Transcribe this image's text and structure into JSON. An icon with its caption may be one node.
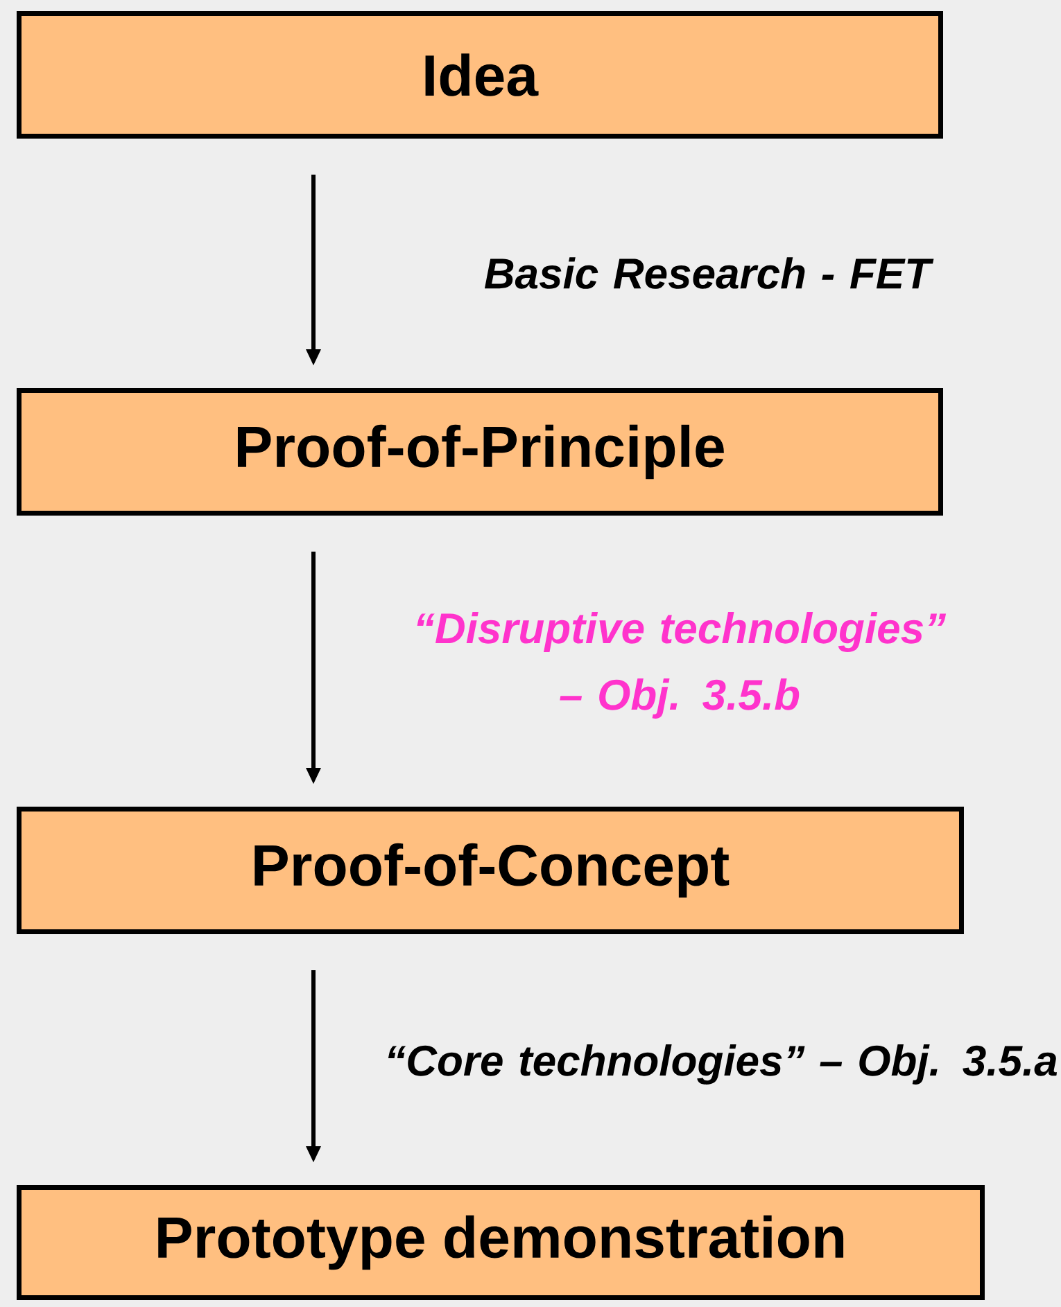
{
  "diagram": {
    "nodes": [
      {
        "text": [
          "Idea"
        ]
      },
      {
        "text": [
          "Proof-of-Principle"
        ]
      },
      {
        "text": [
          "Proof-of-Concept"
        ]
      },
      {
        "text": [
          "Prototype demonstration"
        ]
      }
    ],
    "edges": [
      {
        "from": 0,
        "to": 1,
        "arrow": "to",
        "label": "Basic Research - FET"
      },
      {
        "from": 1,
        "to": 2,
        "arrow": "to",
        "label": "“Disruptive technologies” – Obj. 3.5.b"
      },
      {
        "from": 2,
        "to": 3,
        "arrow": "to",
        "label": "“Core technologies” – Obj. 3.5.a"
      }
    ]
  }
}
